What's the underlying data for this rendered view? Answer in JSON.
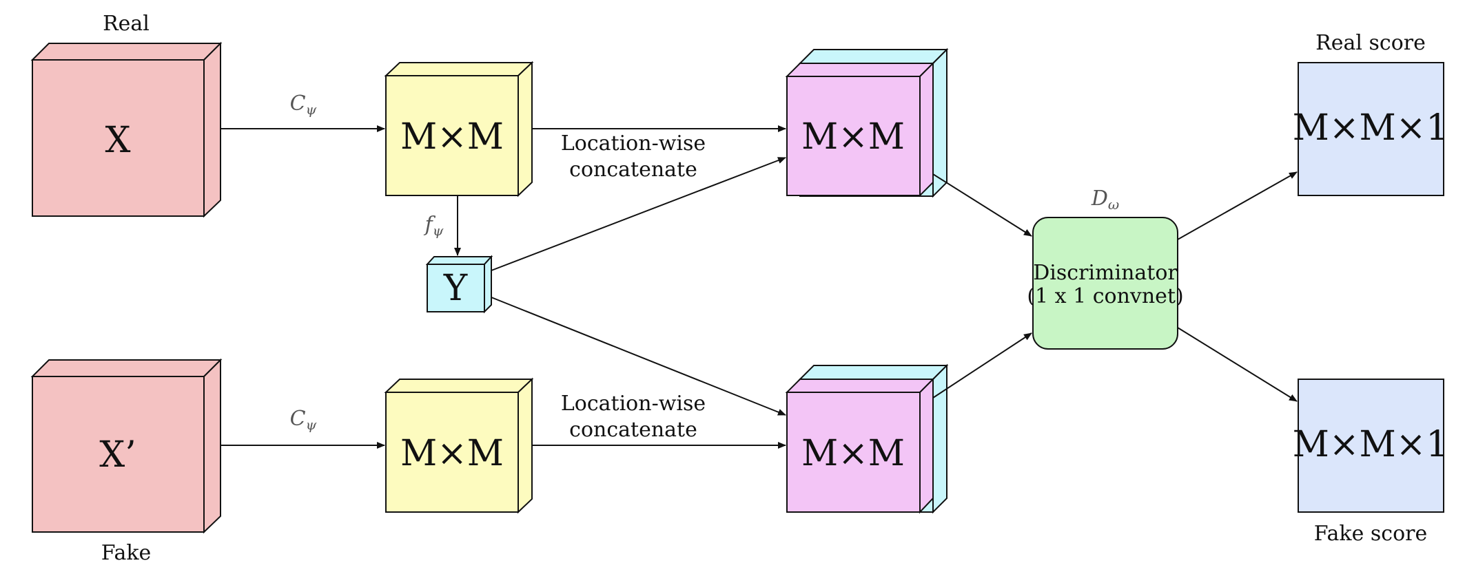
{
  "colors": {
    "input": "#f4c2c2",
    "feature": "#fdfbbf",
    "label": "#c9f6fb",
    "concat": "#f3c5f6",
    "discriminator": "#c8f5c5",
    "score": "#dbe6fb",
    "stroke": "#111111"
  },
  "labels": {
    "real": "Real",
    "fake": "Fake",
    "x_real": "X",
    "x_fake": "X’",
    "mxm": "M×M",
    "y": "Y",
    "c_psi": "Cψ",
    "f_psi": "fψ",
    "d_omega": "Dω",
    "concat_line1": "Location-wise",
    "concat_line2": "concatenate",
    "disc_line1": "Discriminator",
    "disc_line2": "(1 x 1 convnet)",
    "score_box": "M×M×1",
    "real_score": "Real score",
    "fake_score": "Fake score"
  }
}
